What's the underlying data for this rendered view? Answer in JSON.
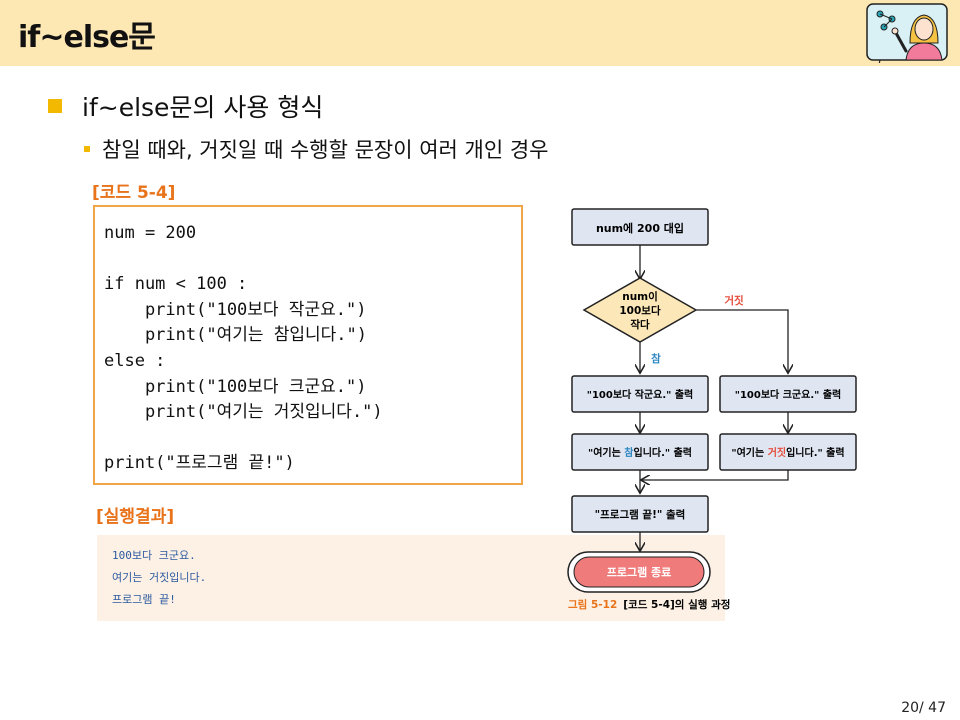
{
  "header": {
    "title": "if~else문"
  },
  "bullets": {
    "level1": "if~else문의 사용 형식",
    "level2": "참일 때와, 거짓일 때 수행할 문장이 여러 개인 경우"
  },
  "code": {
    "label": "[코드 5-4]",
    "text": "num = 200\n\nif num < 100 :\n    print(\"100보다 작군요.\")\n    print(\"여기는 참입니다.\")\nelse :\n    print(\"100보다 크군요.\")\n    print(\"여기는 거짓입니다.\")\n\nprint(\"프로그램 끝!\")"
  },
  "result": {
    "label": "[실행결과]",
    "text": "100보다 크군요.\n여기는 거짓입니다.\n프로그램 끝!"
  },
  "flowchart": {
    "start": "num에 200 대입",
    "decision_line1": "num이",
    "decision_line2": "100보다",
    "decision_line3": "작다",
    "false_label": "거짓",
    "true_label": "참",
    "true_box1": "\"100보다 작군요.\" 출력",
    "false_box1": "\"100보다 크군요.\" 출력",
    "true_box2_pre": "\"여기는 ",
    "true_box2_hl": "참",
    "true_box2_post": "입니다.\" 출력",
    "false_box2_pre": "\"여기는 ",
    "false_box2_hl": "거짓",
    "false_box2_post": "입니다.\" 출력",
    "end_box": "\"프로그램 끝!\" 출력",
    "terminal": "프로그램 종료",
    "caption_num": "그림 5-12",
    "caption_text": "[코드 5-4]의 실행 과정"
  },
  "colors": {
    "accent_orange": "#e8731a",
    "header_bg": "#fde8b4",
    "bullet_yellow": "#f3b800",
    "true_blue": "#2e86c1",
    "false_red": "#e74c3c"
  },
  "footer": {
    "page": "20/ 47"
  }
}
